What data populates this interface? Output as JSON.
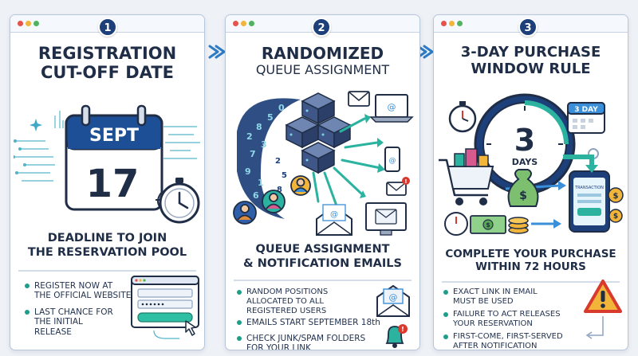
{
  "panels": [
    {
      "step": "1",
      "title_line1": "REGISTRATION",
      "title_line2": "CUT-OFF DATE",
      "calendar_month": "SEPT",
      "calendar_day": "17",
      "subtitle_line1": "DEADLINE TO JOIN",
      "subtitle_line2": "THE RESERVATION POOL",
      "bullets": [
        {
          "line1": "REGISTER NOW AT",
          "line2": "THE OFFICIAL WEBSITE"
        },
        {
          "line1": "LAST CHANCE FOR",
          "line2": "THE INITIAL",
          "line3": "RELEASE"
        }
      ]
    },
    {
      "step": "2",
      "title_line1": "RANDOMIZED",
      "title_line2": "QUEUE ASSIGNMENT",
      "subtitle_line1": "QUEUE ASSIGNMENT",
      "subtitle_line2": "& NOTIFICATION EMAILS",
      "bullets": [
        {
          "line1": "RANDOM POSITIONS",
          "line2": "ALLOCATED TO ALL",
          "line3": "REGISTERED USERS"
        },
        {
          "line1": "EMAILS START SEPTEMBER 18th"
        },
        {
          "line1": "CHECK JUNK/SPAM FOLDERS",
          "line2": "FOR YOUR LINK"
        }
      ]
    },
    {
      "step": "3",
      "title_line1": "3-DAY PURCHASE",
      "title_line2": "WINDOW RULE",
      "clock_number": "3",
      "clock_label": "DAYS",
      "calendar_label": "3 DAY",
      "phone_label": "TRANSACTION",
      "subtitle_line1": "COMPLETE YOUR PURCHASE",
      "subtitle_line2": "WITHIN 72 HOURS",
      "bullets": [
        {
          "line1": "EXACT LINK IN EMAIL",
          "line2": "MUST BE USED"
        },
        {
          "line1": "FAILURE TO ACT RELEASES",
          "line2": "YOUR RESERVATION"
        },
        {
          "line1": "FIRST-COME, FIRST-SERVED",
          "line2": "AFTER NOTIFICATION"
        }
      ]
    }
  ],
  "colors": {
    "navy": "#1d3f7a",
    "teal": "#1e9e8a",
    "accent_blue": "#3a8fd8",
    "warning_red": "#d83a2e",
    "warning_yellow": "#f2b53a",
    "money_green": "#58a85a"
  }
}
